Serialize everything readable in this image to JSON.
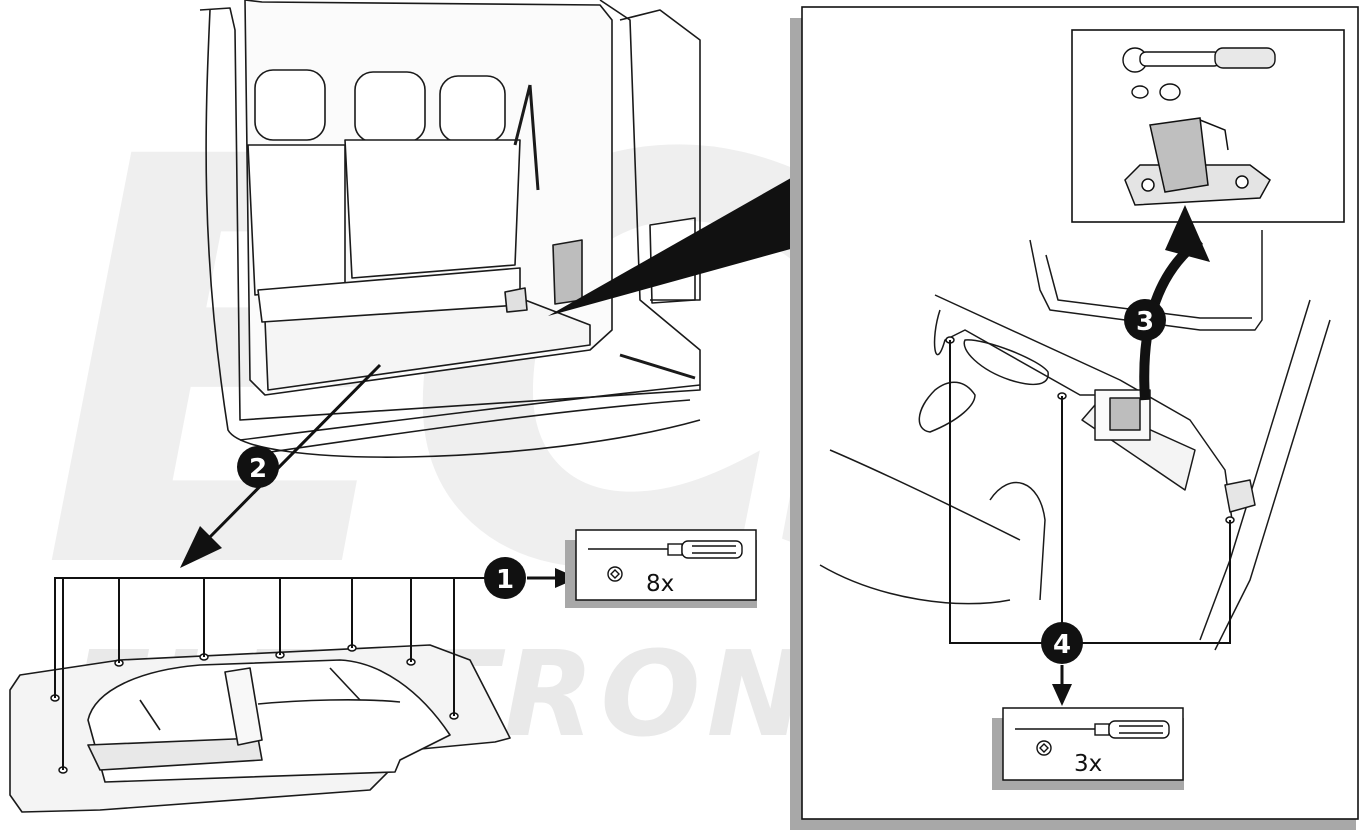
{
  "watermark": {
    "brand": "ECS",
    "subtitle": "ELECTRONICS"
  },
  "steps": {
    "step1": "1",
    "step2": "2",
    "step3": "3",
    "step4": "4"
  },
  "tool_boxes": {
    "box1_count": "8x",
    "box2_count": "3x"
  },
  "icons": [
    "screwdriver-icon",
    "phillips-head-icon",
    "ratchet-icon",
    "socket-icon"
  ],
  "colors": {
    "line": "#1a1a1a",
    "fill_light": "#f2f2f2",
    "fill_mid": "#bdbdbd",
    "panel_shadow": "#a8a8a8",
    "watermark": "#ececec"
  }
}
